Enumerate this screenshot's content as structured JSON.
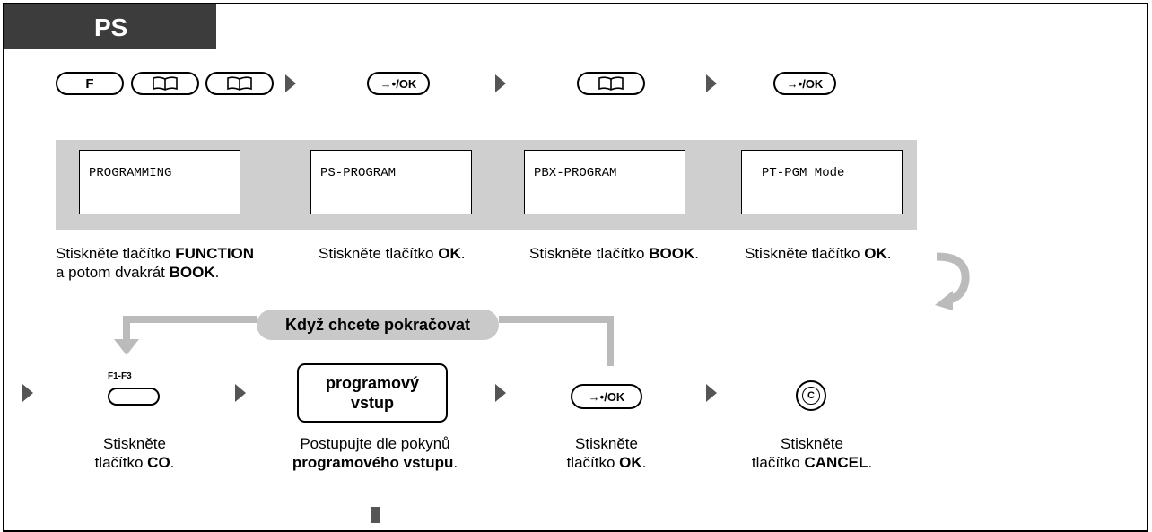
{
  "tab": {
    "label": "PS"
  },
  "row1": {
    "keys": {
      "f": "F",
      "ok1": "→•/OK",
      "ok2": "→•/OK"
    },
    "displays": [
      "PROGRAMMING",
      "PS-PROGRAM",
      "PBX-PROGRAM",
      "PT-PGM Mode"
    ],
    "captions": [
      {
        "pre": "Stiskněte tlačítko ",
        "bold": "FUNCTION",
        "line2_pre": "a potom dvakrát ",
        "line2_bold": "BOOK",
        "post": "."
      },
      {
        "pre": "Stiskněte tlačítko ",
        "bold": "OK",
        "post": "."
      },
      {
        "pre": "Stiskněte tlačítko ",
        "bold": "BOOK",
        "post": "."
      },
      {
        "pre": "Stiskněte tlačítko ",
        "bold": "OK",
        "post": "."
      }
    ]
  },
  "continue_label": "Když chcete pokračovat",
  "row2": {
    "f_label": "F1-F3",
    "prog_box": {
      "line1": "programový",
      "line2": "vstup"
    },
    "ok_key": "→•/OK",
    "cancel_key": "C",
    "captions": [
      {
        "line1": "Stiskněte",
        "pre": "tlačítko ",
        "bold": "CO",
        "post": "."
      },
      {
        "line1": "Postupujte dle pokynů",
        "pre": "",
        "bold": "programového vstupu",
        "post": "."
      },
      {
        "line1": "Stiskněte",
        "pre": "tlačítko ",
        "bold": "OK",
        "post": "."
      },
      {
        "line1": "Stiskněte",
        "pre": "tlačítko ",
        "bold": "CANCEL",
        "post": "."
      }
    ]
  },
  "colors": {
    "tab": "#3c3c3c",
    "band": "#cfcfcf",
    "arrow": "#555555",
    "connector": "#bbbbbb"
  }
}
